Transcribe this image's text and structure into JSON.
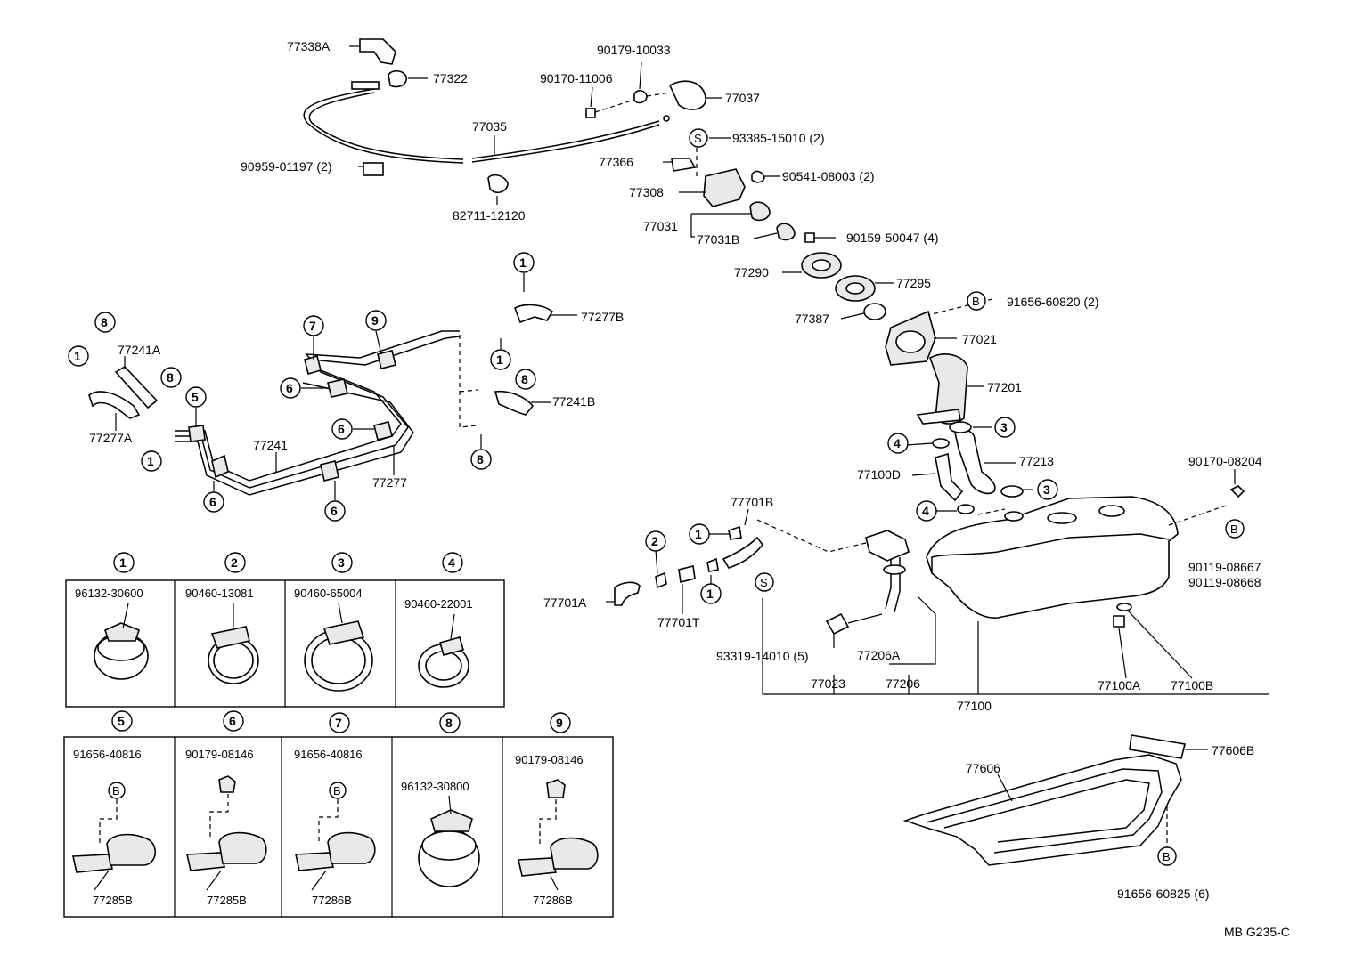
{
  "diagram_id": "MB G235-C",
  "part_labels": {
    "p77338A": "77338A",
    "p77322": "77322",
    "p90179_10033": "90179-10033",
    "p90170_11006": "90170-11006",
    "p77037": "77037",
    "p77035": "77035",
    "p90959": "90959-01197 (2)",
    "p82711": "82711-12120",
    "p93385": "93385-15010 (2)",
    "p77366": "77366",
    "p90541": "90541-08003 (2)",
    "p77308": "77308",
    "p77031": "77031",
    "p77031B": "77031B",
    "p90159": "90159-50047 (4)",
    "p77290": "77290",
    "p77295": "77295",
    "p77387": "77387",
    "p91656_60820": "91656-60820 (2)",
    "p77021": "77021",
    "p77201": "77201",
    "p77213": "77213",
    "p77100D": "77100D",
    "p90170_08204": "90170-08204",
    "p90119_08667": "90119-08667",
    "p90119_08668": "90119-08668",
    "p77701B": "77701B",
    "p77701A": "77701A",
    "p77701T": "77701T",
    "p93319": "93319-14010 (5)",
    "p77206A": "77206A",
    "p77023": "77023",
    "p77206": "77206",
    "p77100": "77100",
    "p77100A": "77100A",
    "p77100B": "77100B",
    "p77241A": "77241A",
    "p77277A": "77277A",
    "p77241": "77241",
    "p77277": "77277",
    "p77277B": "77277B",
    "p77241B": "77241B",
    "p77606": "77606",
    "p77606B": "77606B",
    "p91656_60825": "91656-60825 (6)"
  },
  "callout_markers": {
    "one": "1",
    "two": "2",
    "three": "3",
    "four": "4",
    "five": "5",
    "six": "6",
    "seven": "7",
    "eight": "8",
    "nine": "9",
    "bolt": "B",
    "screw": "S"
  },
  "legend": {
    "clamps": [
      {
        "index": "1",
        "part": "96132-30600"
      },
      {
        "index": "2",
        "part": "90460-13081"
      },
      {
        "index": "3",
        "part": "90460-65004"
      },
      {
        "index": "4",
        "part": "90460-22001"
      }
    ],
    "brackets": [
      {
        "index": "5",
        "part": "91656-40816",
        "fastener": "B",
        "bracket": "77285B"
      },
      {
        "index": "6",
        "part": "90179-08146",
        "fastener": "",
        "bracket": "77285B"
      },
      {
        "index": "7",
        "part": "91656-40816",
        "fastener": "B",
        "bracket": "77286B"
      },
      {
        "index": "8",
        "part": "96132-30800",
        "fastener": "",
        "bracket": ""
      },
      {
        "index": "9",
        "part": "90179-08146",
        "fastener": "",
        "bracket": "77286B"
      }
    ]
  }
}
